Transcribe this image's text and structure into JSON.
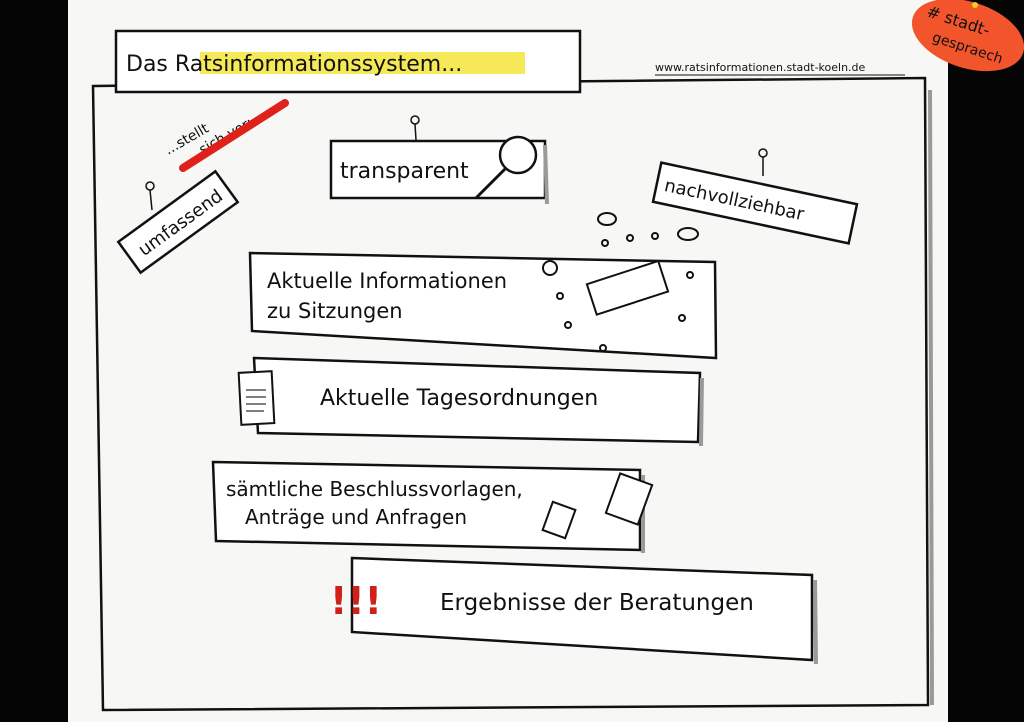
{
  "title": {
    "prefix": "Das ",
    "highlight": "Ratsinformationssystem",
    "suffix": "...",
    "highlight_color": "#f5e53a"
  },
  "url": "www.ratsinformationen.stadt-koeln.de",
  "sticker": {
    "line1": "# stadt-",
    "line2": "gespraech",
    "color": "#f2552c"
  },
  "intro": {
    "line1": "...stellt",
    "line2": "sich vor:",
    "accent_color": "#e0201a"
  },
  "attributes": {
    "umfassend": "umfassend",
    "transparent": "transparent",
    "nachvollziehbar": "nachvollziehbar"
  },
  "items": [
    {
      "line1": "Aktuelle Informationen",
      "line2": "zu Sitzungen",
      "icon": "meeting-table-icon"
    },
    {
      "line1": "Aktuelle Tagesordnungen",
      "icon": "agenda-document-icon"
    },
    {
      "line1": "sämtliche Beschlussvorlagen,",
      "line2": "Anträge und Anfragen",
      "icon": "document-stack-icon"
    },
    {
      "line1": "Ergebnisse der Beratungen",
      "icon": "exclamation-icon",
      "icon_text": "!!!"
    }
  ]
}
